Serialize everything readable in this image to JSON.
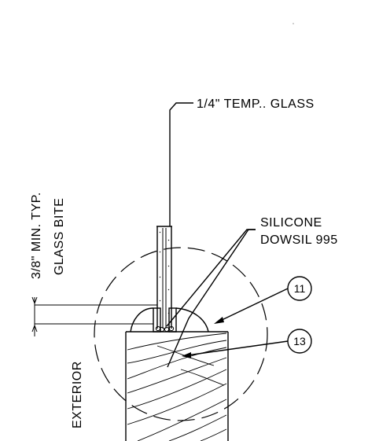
{
  "labels": {
    "glass": "1/4\" TEMP.. GLASS",
    "bite_dim": "3/8\" MIN. TYP.",
    "bite_name": "GLASS  BITE",
    "silicone_line1": "SILICONE",
    "silicone_line2": "DOWSIL 995",
    "exterior": "EXTERIOR"
  },
  "callouts": [
    {
      "number": "11"
    },
    {
      "number": "13"
    }
  ]
}
